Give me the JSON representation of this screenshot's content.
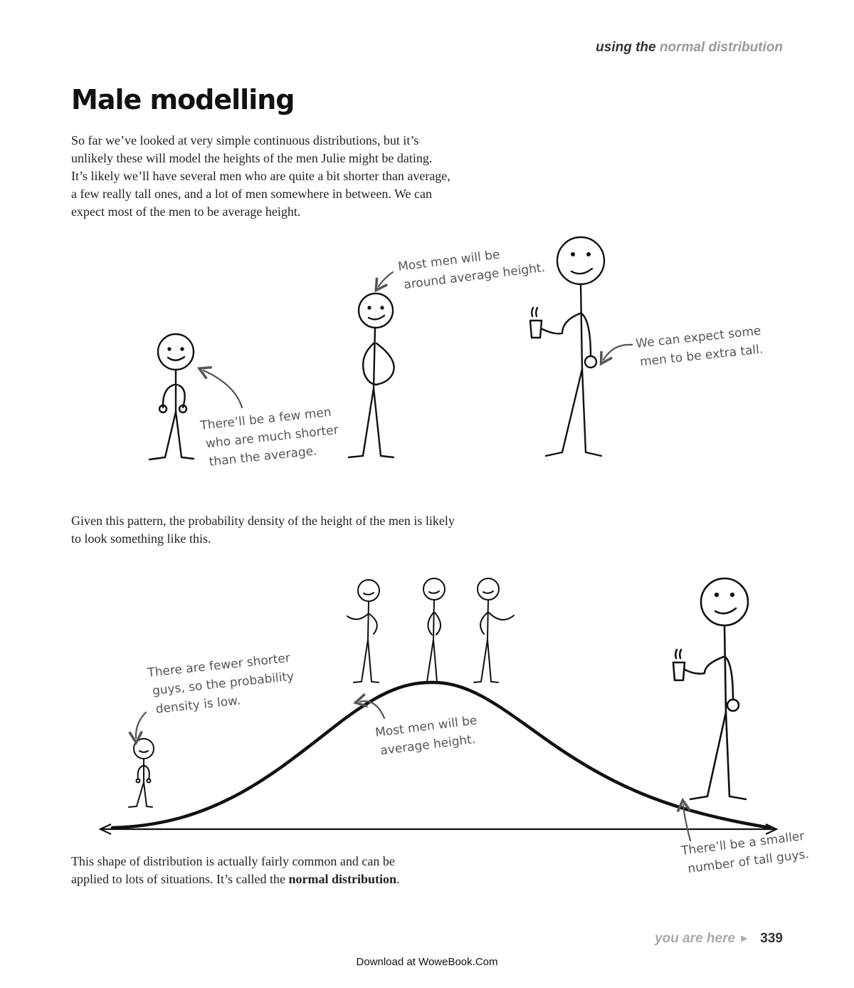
{
  "header": {
    "prefix": "using the",
    "topic": "normal distribution"
  },
  "title": "Male modelling",
  "intro_lines": [
    "So far we’ve looked at very simple continuous distributions, but it’s",
    "unlikely these will model the heights of the men Julie might be dating.",
    "It’s likely we’ll have several men who are quite a bit shorter than average,",
    "a few really tall ones, and a lot of men somewhere in between.  We can",
    "expect most of the men to be average height."
  ],
  "figure1_notes": {
    "short": [
      "There’ll be a few men",
      "who are much shorter",
      "than the average."
    ],
    "average": [
      "Most men will be",
      "around average height."
    ],
    "tall": [
      "We can expect some",
      "men to be extra tall."
    ]
  },
  "pattern_lines": [
    "Given this pattern, the probability density of the height of the men is likely",
    "to look something like this."
  ],
  "figure2_notes": {
    "fewer": [
      "There are fewer shorter",
      "guys, so the probability",
      "density is low."
    ],
    "most": [
      "Most men will be",
      "average height."
    ],
    "tall": [
      "There’ll be a smaller",
      "number of tall guys."
    ]
  },
  "closing": {
    "line1": "This shape of distribution is actually fairly common and can be",
    "line2_prefix": "applied to lots of situations.  It’s called the ",
    "term": "normal distribution",
    "line2_suffix": "."
  },
  "footer": {
    "here": "you are here",
    "page": "339"
  },
  "download": "Download at WoweBook.Com"
}
